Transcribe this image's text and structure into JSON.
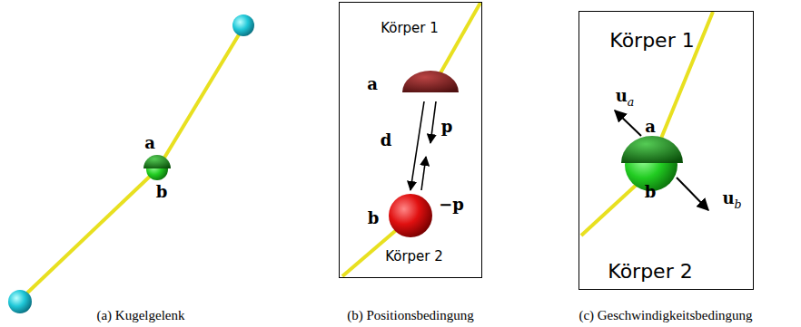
{
  "diagram": {
    "nodes": [
      {
        "text": [
          "Körper 1",
          "Körper 2"
        ]
      },
      {
        "text": [
          "Körper 1",
          "Körper 2"
        ]
      }
    ],
    "labels": [
      "a",
      "b",
      "a",
      "d",
      "p",
      "−p",
      "b",
      "a",
      "b",
      "ua",
      "ub",
      "(a) Kugelgelenk",
      "(b) Positionsbedingung",
      "(c) Geschwindigkeitsbedingung"
    ]
  }
}
